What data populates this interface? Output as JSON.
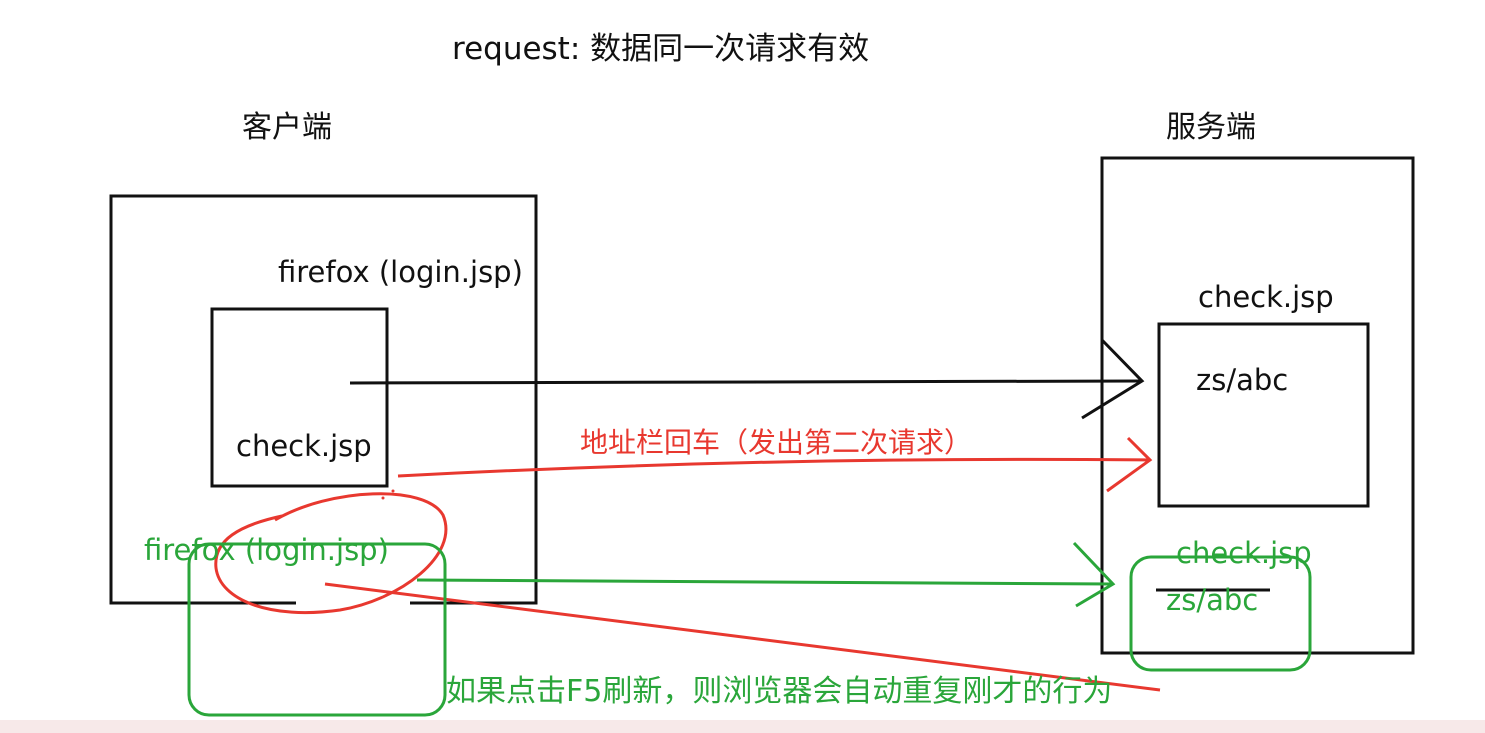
{
  "title": "request: 数据同一次请求有效",
  "client": {
    "heading": "客户端",
    "browser_label": "firefox (login.jsp)",
    "page_label": "check.jsp"
  },
  "server": {
    "heading": "服务端",
    "page_label": "check.jsp",
    "data_label": "zs/abc"
  },
  "red_annotation": "地址栏回车（发出第二次请求）",
  "green_browser_label": "firefox (login.jsp)",
  "green_server_page": "check.jsp",
  "green_server_data": "zs/abc",
  "green_annotation": "如果点击F5刷新，则浏览器会自动重复刚才的行为",
  "colors": {
    "ink": "#111111",
    "red": "#e8382f",
    "green": "#2aa63a",
    "background": "#ffffff"
  }
}
